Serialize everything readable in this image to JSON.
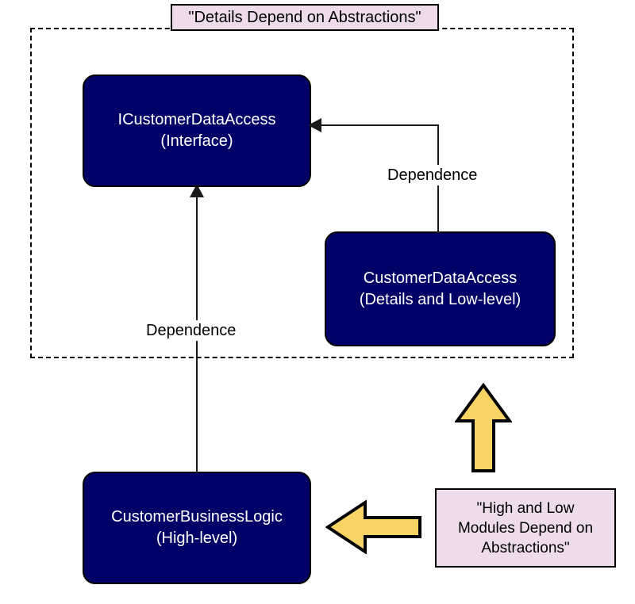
{
  "diagram": {
    "title_note": "\"Details Depend on Abstractions\"",
    "bottom_note_line1": "\"High and Low",
    "bottom_note_line2": "Modules Depend on",
    "bottom_note_line3": "Abstractions\"",
    "boundary_style": "dashed",
    "colors": {
      "node_fill": "#000066",
      "node_text": "#ffffff",
      "note_fill": "#eedcea",
      "note_border": "#000000",
      "block_arrow_fill": "#f7d463",
      "block_arrow_stroke": "#000000",
      "connector": "#1a1a1a",
      "background": "#ffffff"
    },
    "nodes": [
      {
        "id": "interface",
        "line1": "ICustomerDataAccess",
        "line2": "(Interface)"
      },
      {
        "id": "dataaccess",
        "line1": "CustomerDataAccess",
        "line2": "(Details and Low-level)"
      },
      {
        "id": "businesslogic",
        "line1": "CustomerBusinessLogic",
        "line2": "(High-level)"
      }
    ],
    "edges": [
      {
        "id": "dataaccess-to-interface",
        "label": "Dependence",
        "from": "dataaccess",
        "to": "interface",
        "arrow": "left"
      },
      {
        "id": "businesslogic-to-interface",
        "label": "Dependence",
        "from": "businesslogic",
        "to": "interface",
        "arrow": "up"
      }
    ],
    "block_arrows": [
      {
        "id": "arrow-up",
        "direction": "up",
        "points_to": "abstraction-boundary"
      },
      {
        "id": "arrow-left",
        "direction": "left",
        "points_to": "businesslogic"
      }
    ]
  }
}
